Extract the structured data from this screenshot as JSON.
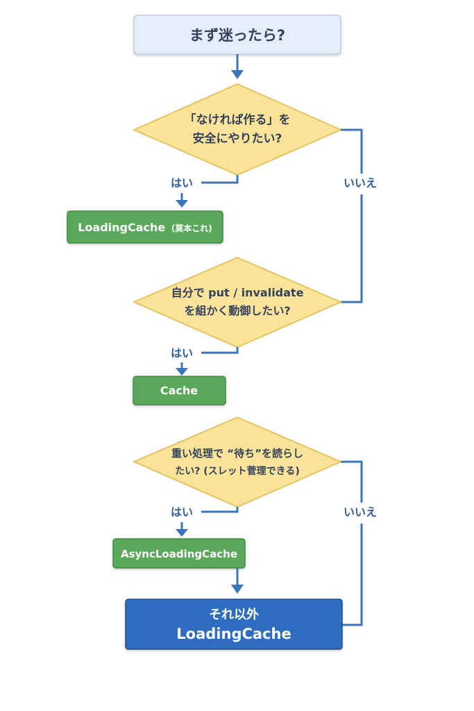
{
  "diagram": {
    "type": "flowchart",
    "start": {
      "label": "まず迷ったら?"
    },
    "decisions": [
      {
        "id": "q1",
        "lines": [
          "「なければ作る」を",
          "安全にやりたい?"
        ],
        "yes_label": "はい",
        "no_label": "いいえ"
      },
      {
        "id": "q2",
        "lines": [
          "自分で put / invalidate",
          "を組かく動御したい?"
        ],
        "yes_label": "はい"
      },
      {
        "id": "q3",
        "lines": [
          "重い処理で “待ち”を読らし",
          "たい? (スレット菅理できる)"
        ],
        "yes_label": "はい",
        "no_label": "いいえ"
      }
    ],
    "results": [
      {
        "id": "r1",
        "label": "LoadingCache",
        "note": "(莫本これ)",
        "color": "#5aa85a"
      },
      {
        "id": "r2",
        "label": "Cache",
        "color": "#5aa85a"
      },
      {
        "id": "r3",
        "label": "AsyncLoadingCache",
        "color": "#5aa85a"
      }
    ],
    "final": {
      "lines": [
        "それ以外",
        "LoadingCache"
      ],
      "color": "#2f6cc0"
    },
    "colors": {
      "start_fill": "#e4eefa",
      "decision_fill": "#fbe49a",
      "edge": "#3b74bd",
      "label": "#2f5d9a"
    }
  }
}
